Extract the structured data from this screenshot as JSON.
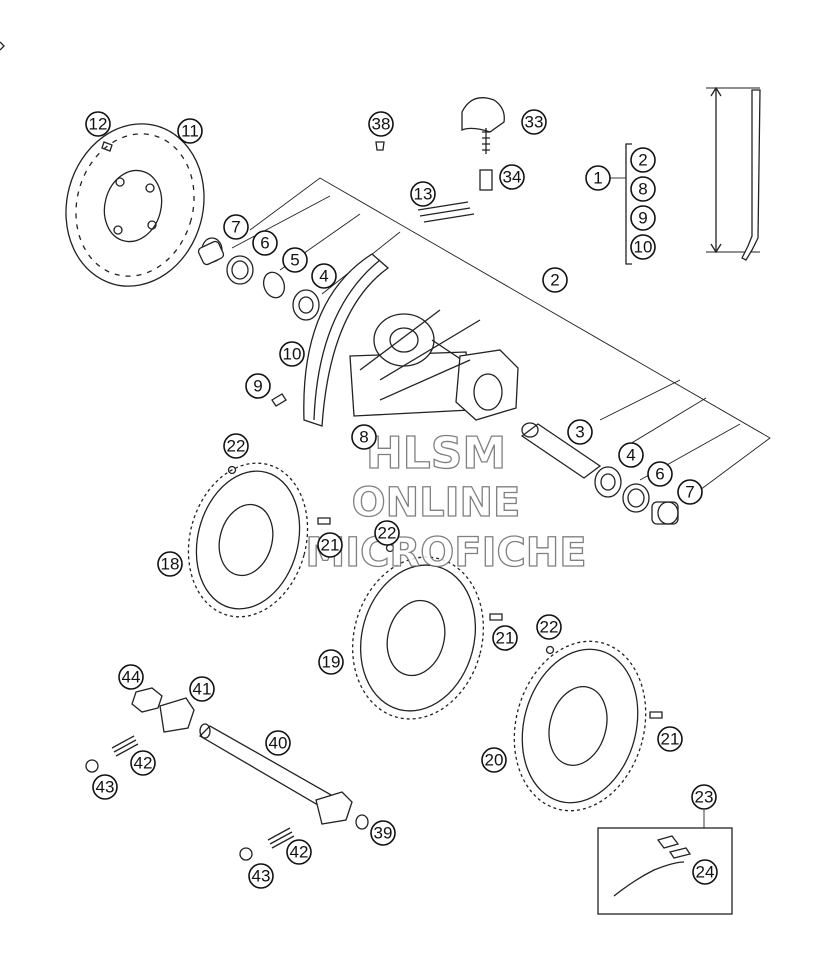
{
  "watermark": {
    "line1": "HLSM",
    "line2": "ONLINE",
    "line3": "MICROFICHE"
  },
  "group_bracket_title": "1",
  "group_members": [
    "2",
    "8",
    "9",
    "10"
  ],
  "callouts": {
    "c12": "12",
    "c11": "11",
    "c38": "38",
    "c33": "33",
    "c34": "34",
    "c13": "13",
    "c1": "1",
    "c7a": "7",
    "c6a": "6",
    "c5": "5",
    "c4a": "4",
    "c2": "2",
    "c10": "10",
    "c9": "9",
    "c8": "8",
    "c3": "3",
    "c4b": "4",
    "c6b": "6",
    "c7b": "7",
    "c22a": "22",
    "c18": "18",
    "c21a": "21",
    "c22b": "22",
    "c19": "19",
    "c21b": "21",
    "c22c": "22",
    "c20": "20",
    "c21c": "21",
    "c44": "44",
    "c41": "41",
    "c42a": "42",
    "c43a": "43",
    "c40": "40",
    "c39": "39",
    "c42b": "42",
    "c43b": "43",
    "c23": "23",
    "c24": "24"
  }
}
